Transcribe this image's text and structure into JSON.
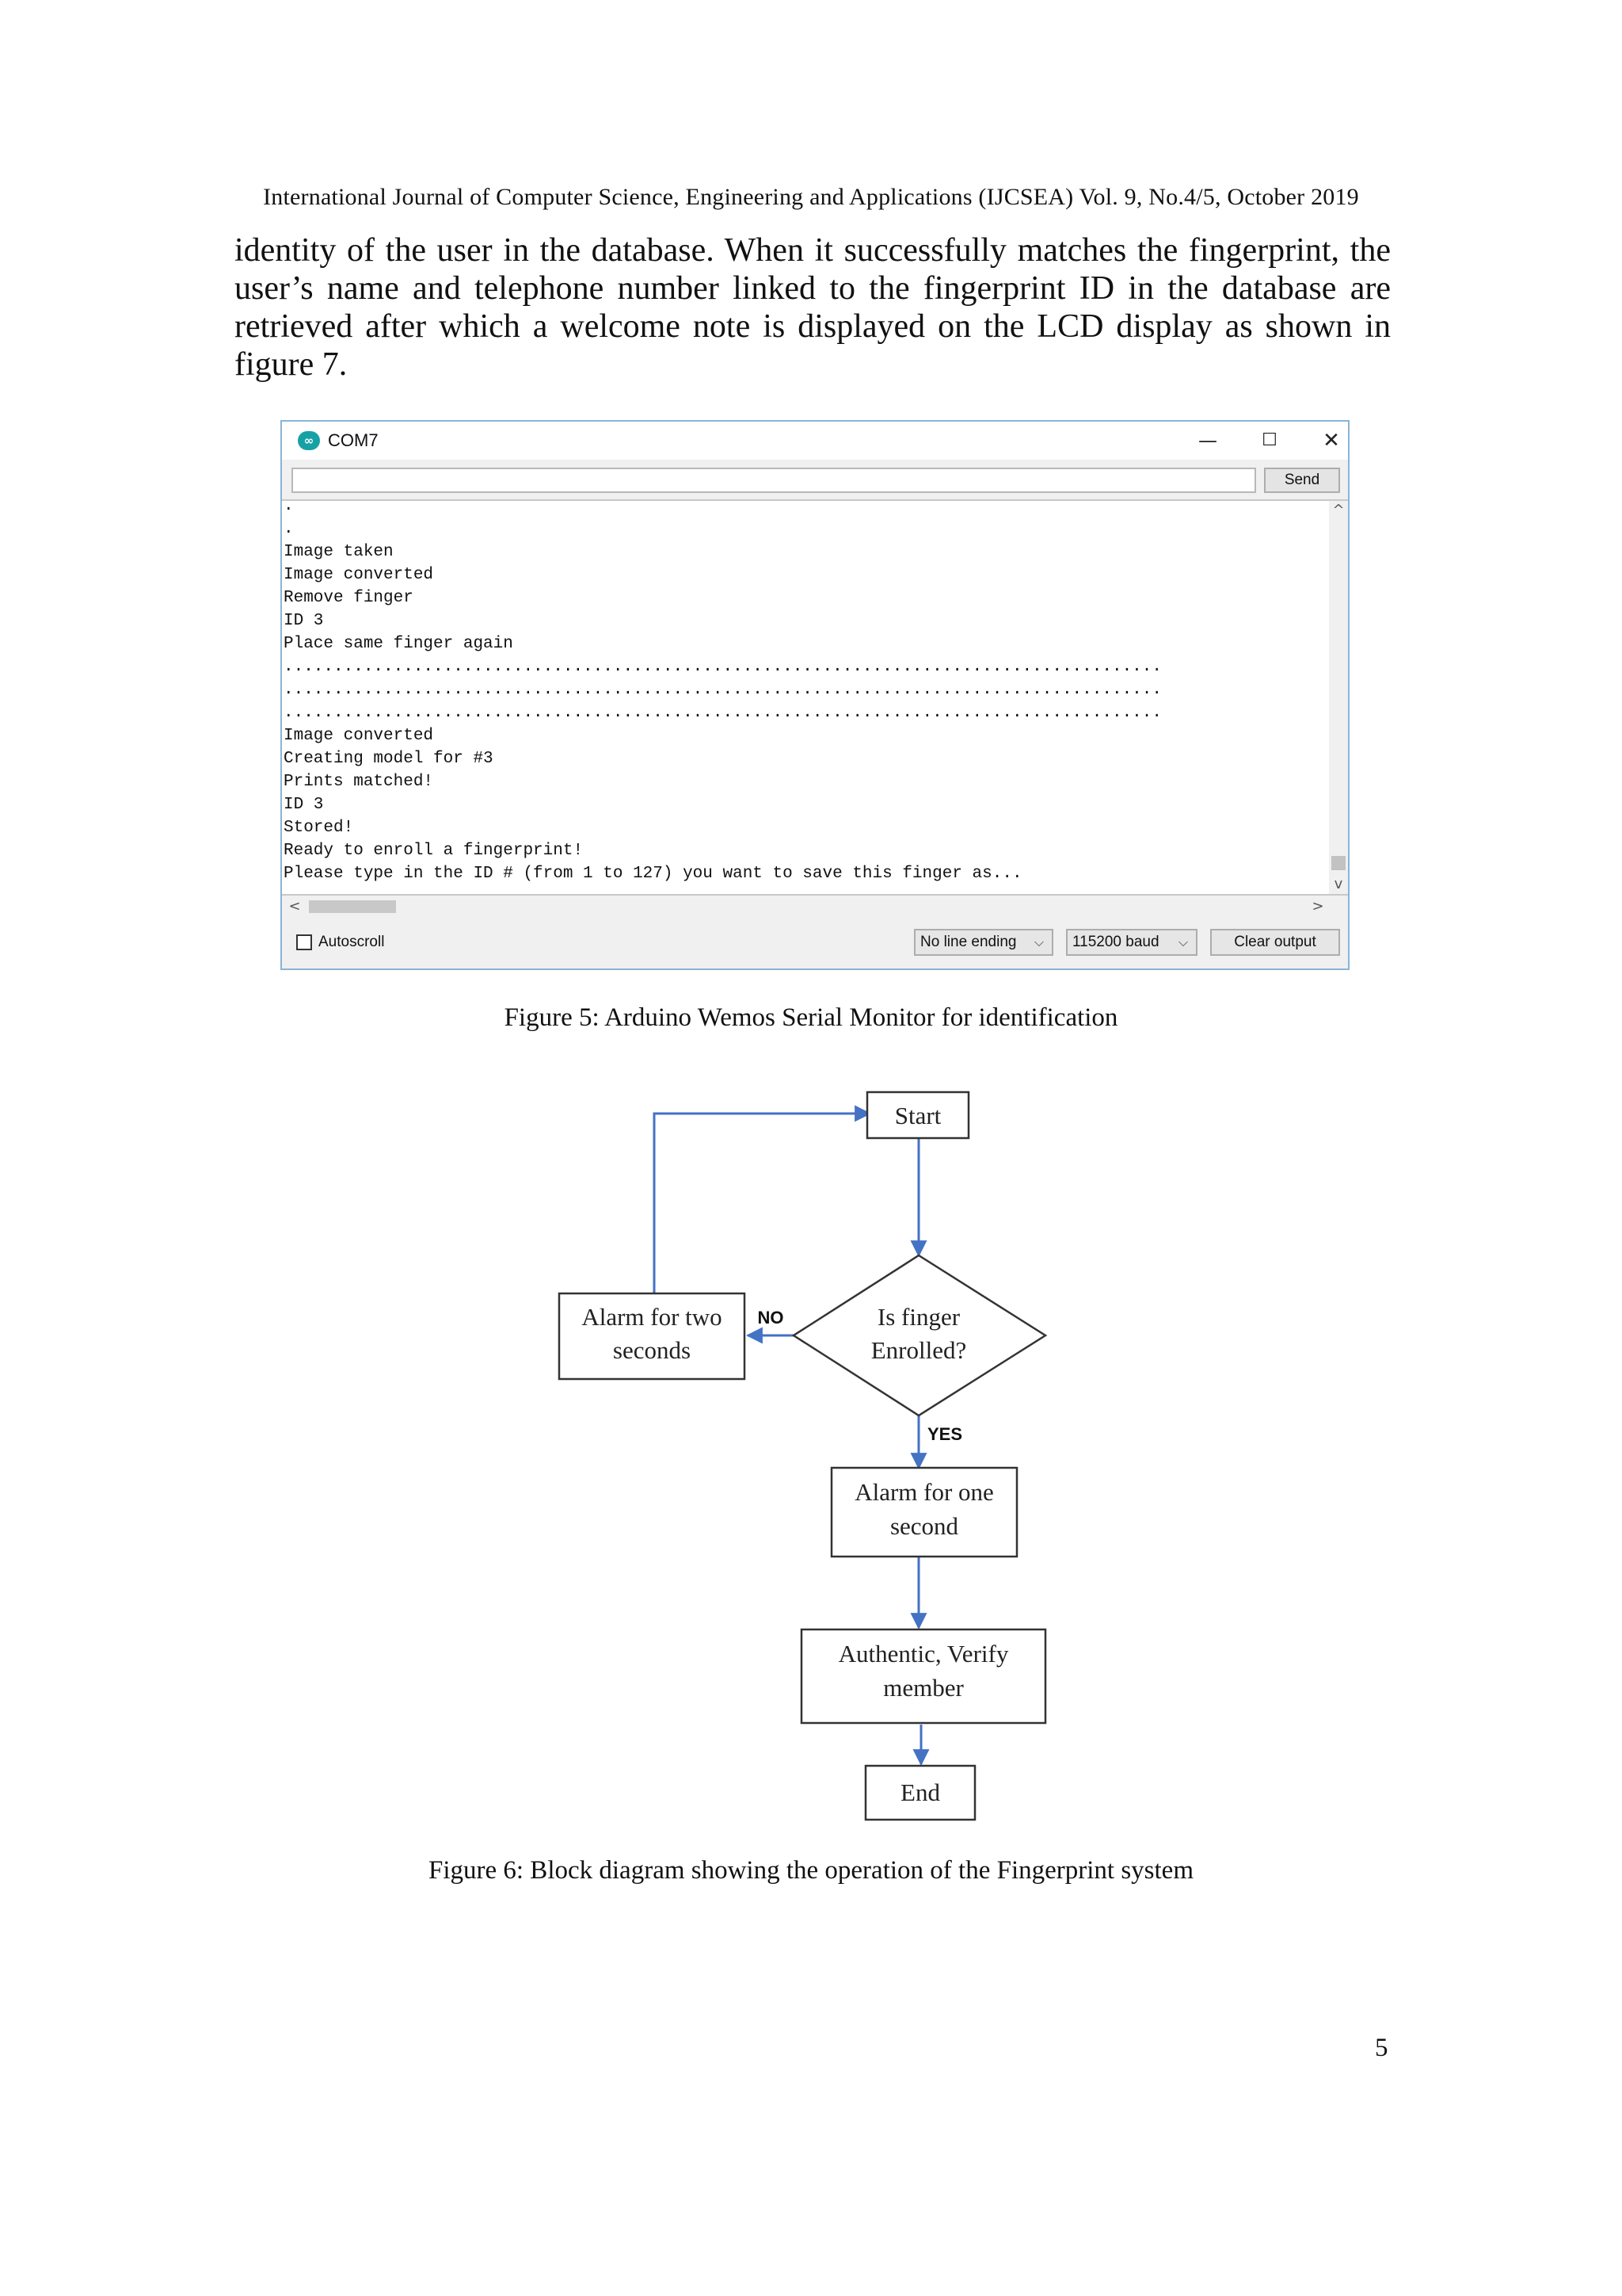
{
  "header": {
    "journal": "International Journal of Computer Science, Engineering and Applications (IJCSEA) Vol. 9, No.4/5, October 2019"
  },
  "body_text": "identity of the user in the database. When it successfully matches the fingerprint, the user’s name and telephone number linked to the fingerprint ID in the database are retrieved after which a welcome note is displayed on the LCD display as shown in figure 7.",
  "serial_monitor": {
    "title": "COM7",
    "app_icon_glyph": "∞",
    "controls": {
      "minimize": "—",
      "maximize": "☐",
      "close": "✕"
    },
    "input_value": "",
    "send_label": "Send",
    "output_lines": [
      ".",
      ".",
      "Image taken",
      "Image converted",
      "Remove finger",
      "ID 3",
      "Place same finger again",
      "........................................................................................",
      "........................................................................................",
      "........................................................................................",
      "Image converted",
      "Creating model for #3",
      "Prints matched!",
      "ID 3",
      "Stored!",
      "Ready to enroll a fingerprint!",
      "Please type in the ID # (from 1 to 127) you want to save this finger as..."
    ],
    "scroll_up": "^",
    "scroll_down": "v",
    "scroll_left": "<",
    "scroll_right": ">",
    "autoscroll_label": "Autoscroll",
    "autoscroll_checked": false,
    "line_ending": "No line ending",
    "baud_rate": "115200 baud",
    "clear_label": "Clear output"
  },
  "figure5_caption": "Figure 5: Arduino Wemos Serial Monitor for identification",
  "flowchart": {
    "nodes": {
      "start": [
        "Start"
      ],
      "decision": [
        "Is finger",
        "Enrolled?"
      ],
      "alarm_two": [
        "Alarm for two",
        "seconds"
      ],
      "alarm_one": [
        "Alarm for one",
        "second"
      ],
      "verify": [
        "Authentic, Verify",
        "member"
      ],
      "end": [
        "End"
      ]
    },
    "labels": {
      "no": "NO",
      "yes": "YES"
    },
    "colors": {
      "arrow": "#4472c4",
      "box": "#333333"
    }
  },
  "figure6_caption": "Figure 6: Block diagram showing the operation of the Fingerprint system",
  "page_number": "5"
}
